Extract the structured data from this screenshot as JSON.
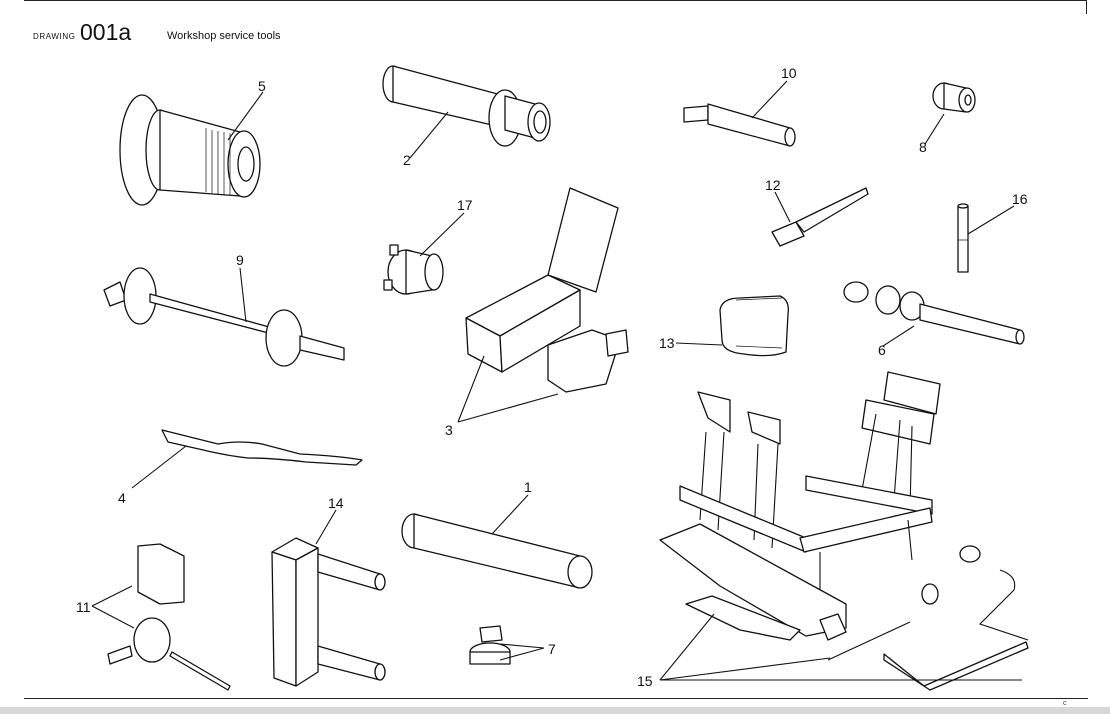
{
  "header": {
    "label": "DRAWING",
    "code": "001a",
    "title": "Workshop service tools"
  },
  "callouts": [
    "1",
    "2",
    "3",
    "4",
    "5",
    "6",
    "7",
    "8",
    "9",
    "10",
    "11",
    "12",
    "13",
    "14",
    "15",
    "16",
    "17"
  ],
  "page_mark": "c",
  "colors": {
    "line": "#111111",
    "background": "#ffffff",
    "footer_strip": "#d7d7d7"
  }
}
